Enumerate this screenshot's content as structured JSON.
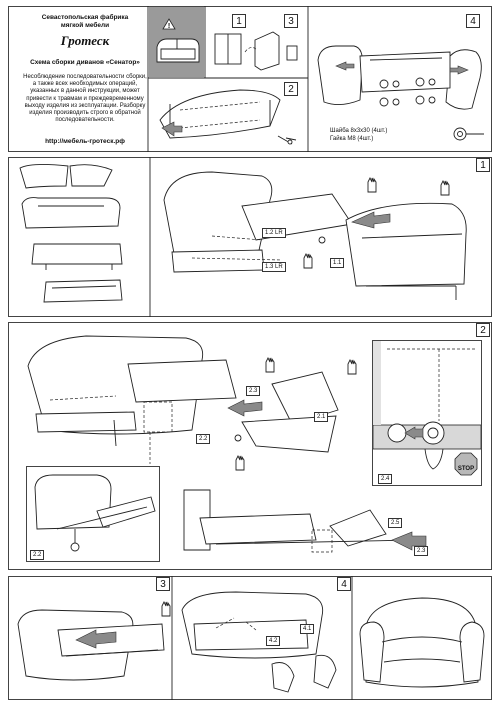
{
  "header": {
    "company": "Севастопольская фабрика мягкой мебели",
    "logo_text": "Гротеск",
    "title": "Схема сборки диванов «Сенатор»",
    "warning": "Несоблюдение последовательности сборки, а также всех необходимых операций, указанных в данной инструкции, может привести к травмам и преждевременному выходу изделия из эксплуатации. Разборку изделия производить строго в обратной последовательности.",
    "website": "http://мебель-гротеск.рф"
  },
  "hardware": {
    "washer": "Шайба 8х3х30 (4шт.)",
    "nut": "Гайка М8 (4шт.)"
  },
  "top_steps": [
    "1",
    "2",
    "3",
    "4"
  ],
  "section1": {
    "number": "1",
    "labels": [
      "1.2 LR",
      "1.3 LR",
      "1.1"
    ]
  },
  "section2": {
    "number": "2",
    "labels": [
      "2.3",
      "2.1",
      "2.2",
      "2.4",
      "2.2",
      "2.5",
      "2.3"
    ],
    "stop": "STOP"
  },
  "section3": {
    "number": "3"
  },
  "section4": {
    "number": "4",
    "labels": [
      "4.1",
      "4.2"
    ]
  }
}
